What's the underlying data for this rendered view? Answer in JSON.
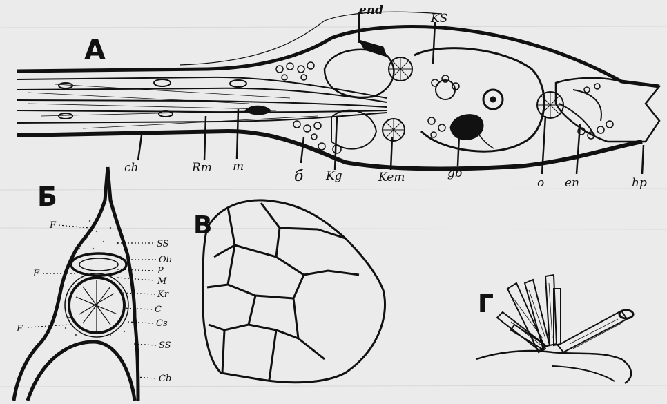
{
  "panels": {
    "A": "А",
    "B": "Б",
    "V": "В",
    "G": "Г"
  },
  "panel_a_labels": {
    "end": "end",
    "ks": "KS",
    "ch": "ch",
    "rm": "Rm",
    "m": "m",
    "b": "б",
    "kg": "Kg",
    "kem": "Kem",
    "gb": "gb",
    "o": "o",
    "en": "en",
    "hp": "hp"
  },
  "panel_b_labels": {
    "f1": "F",
    "f2": "F",
    "f3": "F",
    "ss1": "SS",
    "ob": "Ob",
    "p": "P",
    "mm": "M",
    "kr": "Kr",
    "c": "C",
    "cs": "Cs",
    "ss2": "SS",
    "cb": "Cb"
  }
}
